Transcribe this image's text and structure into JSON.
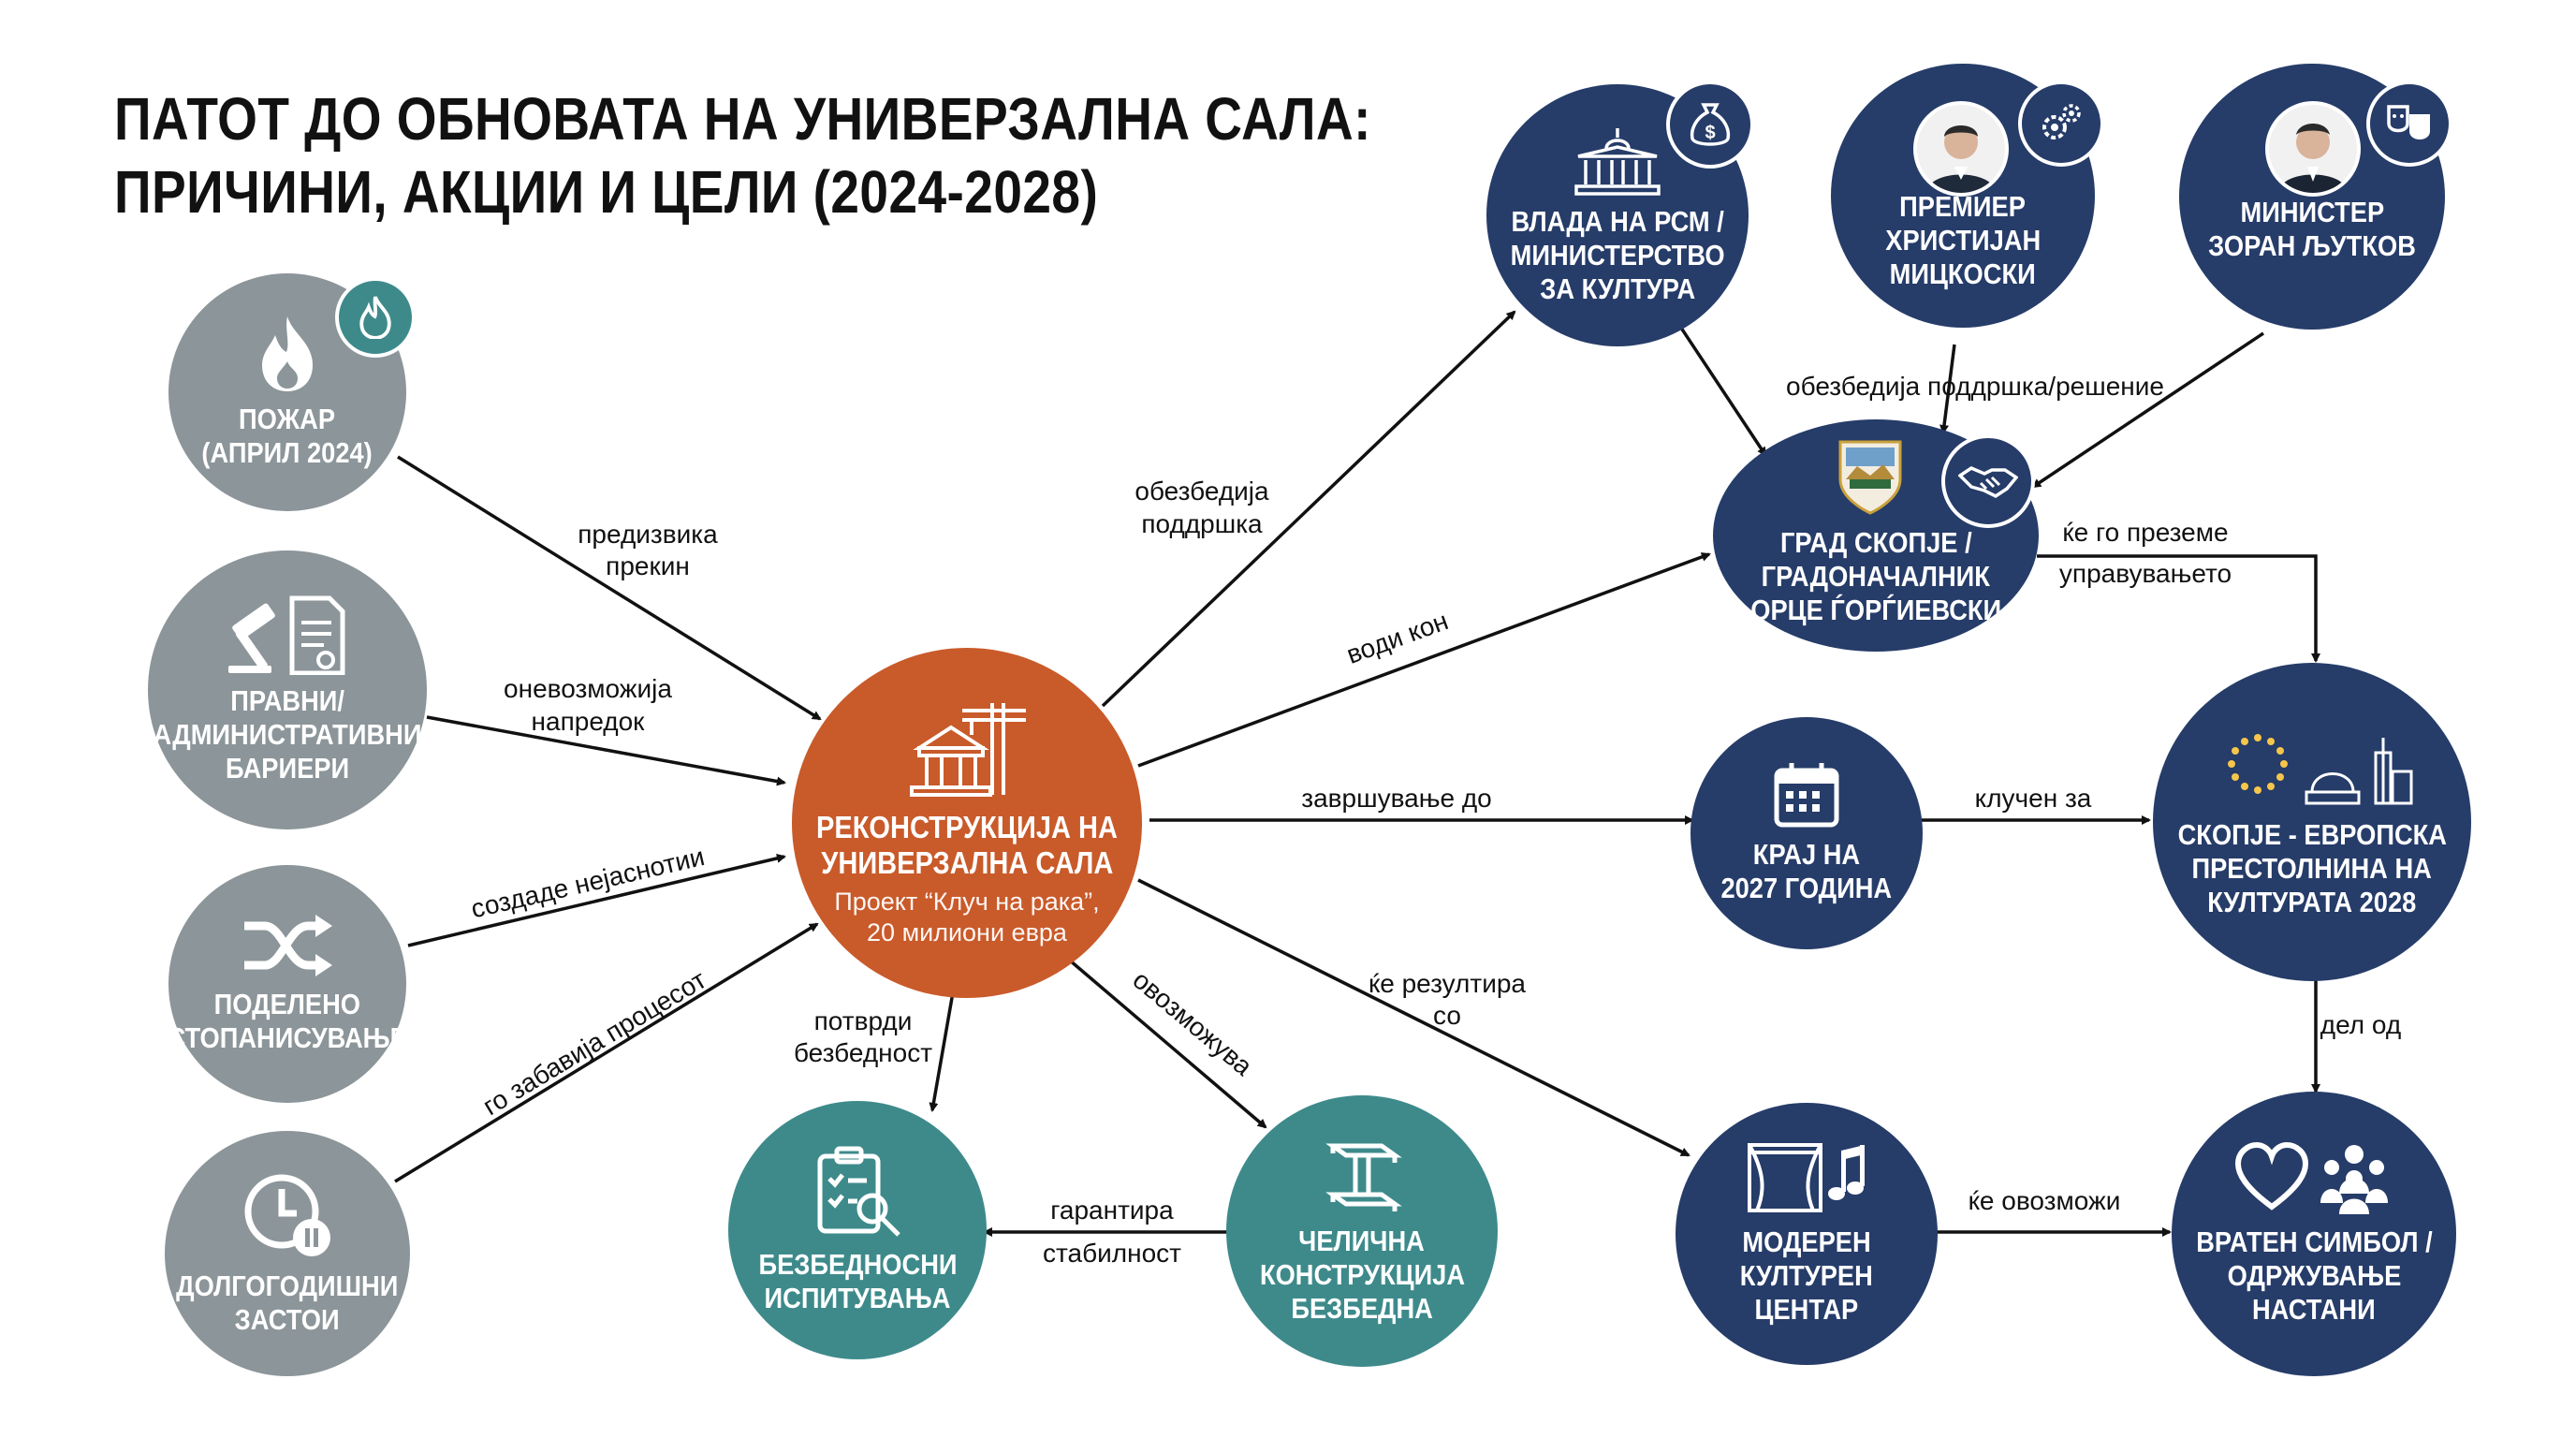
{
  "title": {
    "line1": "ПАТОТ ДО ОБНОВАТА НА УНИВЕРЗАЛНА САЛА:",
    "line2": "ПРИЧИНИ, АКЦИИ И ЦЕЛИ (2024-2028)"
  },
  "colors": {
    "grey": "#8c9599",
    "navy": "#263c69",
    "teal": "#3e8a8b",
    "orange": "#c95a2a"
  },
  "nodes": {
    "fire": {
      "l1": "ПОЖАР",
      "l2": "(АПРИЛ 2024)",
      "icon": "flame-icon"
    },
    "legal": {
      "l1": "ПРАВНИ/",
      "l2": "АДМИНИСТРАТИВНИ",
      "l3": "БАРИЕРИ",
      "icon": "gavel-document-icon"
    },
    "split": {
      "l1": "ПОДЕЛЕНО",
      "l2": "СТОПАНИСУВАЊЕ",
      "icon": "shuffle-icon"
    },
    "stall": {
      "l1": "ДОЛГОГОДИШНИ",
      "l2": "ЗАСТОИ",
      "icon": "clock-pause-icon"
    },
    "center": {
      "l1": "РЕКОНСТРУКЦИЈА НА",
      "l2": "УНИВЕРЗАЛНА САЛА",
      "sub1": "Проект “Клуч на рака”,",
      "sub2": "20 милиони евра",
      "icon": "crane-building-icon"
    },
    "gov": {
      "l1": "ВЛАДА НА РСМ /",
      "l2": "МИНИСТЕРСТВО",
      "l3": "ЗА КУЛТУРА",
      "icon": "government-building-icon"
    },
    "pm": {
      "l1": "ПРЕМИЕР",
      "l2": "ХРИСТИЈАН",
      "l3": "МИЦКОСКИ",
      "icon": "person-photo"
    },
    "minister": {
      "l1": "МИНИСТЕР",
      "l2": "ЗОРАН ЉУТКОВ",
      "icon": "person-photo"
    },
    "city": {
      "l1": "ГРАД СКОПЈЕ /",
      "l2": "ГРАДОНАЧАЛНИК",
      "l3": "ОРЦЕ ЃОРЃИЕВСКИ",
      "icon": "city-coat-of-arms"
    },
    "end2027": {
      "l1": "КРАЈ НА",
      "l2": "2027 ГОДИНА",
      "icon": "calendar-icon"
    },
    "capital": {
      "l1": "СКОПЈЕ - ЕВРОПСКА",
      "l2": "ПРЕСТОЛНИНА НА",
      "l3": "КУЛТУРАТА 2028",
      "icon": "eu-stars-icon"
    },
    "tests": {
      "l1": "БЕЗБЕДНОСНИ",
      "l2": "ИСПИТУВАЊА",
      "icon": "clipboard-search-icon"
    },
    "steel": {
      "l1": "ЧЕЛИЧНА",
      "l2": "КОНСТРУКЦИЈА",
      "l3": "БЕЗБЕДНА",
      "icon": "steel-beam-icon"
    },
    "modern": {
      "l1": "МОДЕРЕН",
      "l2": "КУЛТУРЕН",
      "l3": "ЦЕНТАР",
      "icon": "stage-music-icon"
    },
    "symbol": {
      "l1": "ВРАТЕН СИМБОЛ /",
      "l2": "ОДРЖУВАЊЕ",
      "l3": "НАСТАНИ",
      "icon": "heart-people-icon"
    }
  },
  "edges": {
    "fire_l1": "предизвика",
    "fire_l2": "прекин",
    "legal_l1": "оневозможија",
    "legal_l2": "напредок",
    "split_l1": "создаде нејаснотии",
    "stall_l1": "го забавија процесот",
    "gov_l1": "обезбедија",
    "gov_l2": "поддршка",
    "city_l1": "води кон",
    "end_l1": "завршување до",
    "modern_l1": "ќе резултира",
    "modern_l2": "со",
    "tests_l1": "потврди",
    "tests_l2": "безбедност",
    "steel_l1": "овозможува",
    "guar_l1": "гарантира",
    "guar_l2": "стабилност",
    "support_l1": "обезбедија поддршка/решение",
    "manage_l1": "ќе го преземе",
    "manage_l2": "управувањето",
    "key_l1": "клучен за",
    "part_l1": "дел од",
    "enable_l1": "ќе овозможи"
  }
}
